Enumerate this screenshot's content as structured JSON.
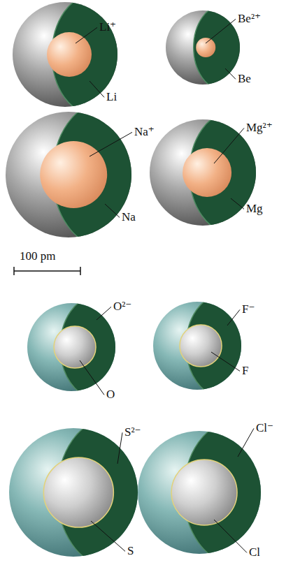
{
  "diagram": {
    "labels": [
      "Li⁺",
      "Be²⁺",
      "Li",
      "Be",
      "Na⁺",
      "Mg²⁺",
      "Na",
      "Mg",
      "100 pm",
      "O²⁻",
      "F⁻",
      "O",
      "F",
      "S²⁻",
      "Cl⁻",
      "S",
      "Cl"
    ]
  }
}
